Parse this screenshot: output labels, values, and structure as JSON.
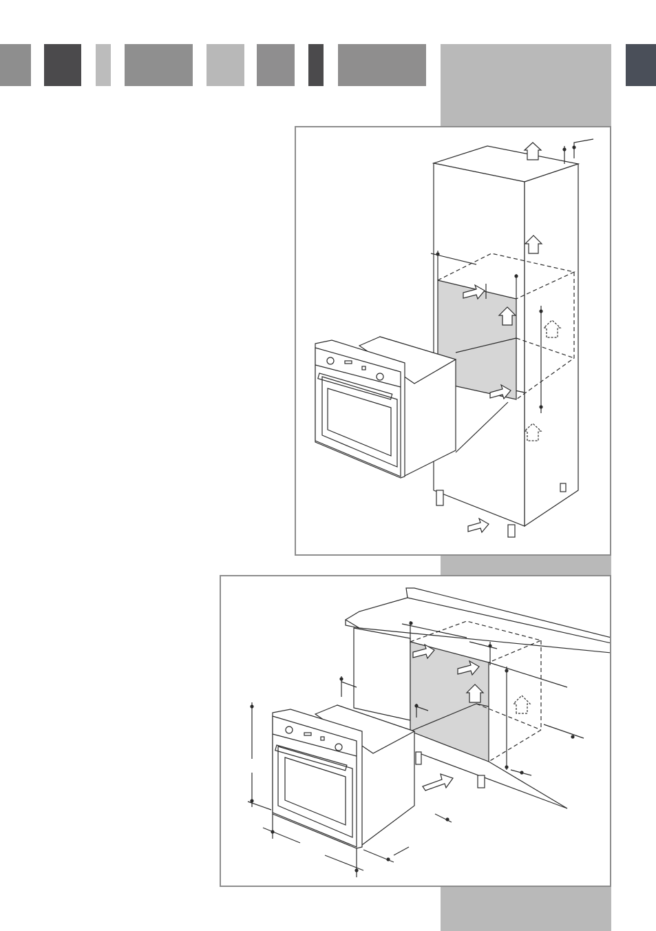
{
  "header_tabs": [
    {
      "name": "tab-1",
      "color": "#8e8e8e"
    },
    {
      "name": "tab-2",
      "color": "#4b4a4c"
    },
    {
      "name": "tab-3",
      "color": "#bcbcbc"
    },
    {
      "name": "tab-4",
      "color": "#8f8f8f"
    },
    {
      "name": "tab-5",
      "color": "#b8b8b8"
    },
    {
      "name": "tab-6",
      "color": "#8f8e8f"
    },
    {
      "name": "tab-7",
      "color": "#4b4a4c"
    },
    {
      "name": "tab-8",
      "color": "#8f8e8e"
    },
    {
      "name": "tab-9",
      "color": "#b9b9b9"
    },
    {
      "name": "tab-10",
      "color": "#4a4f59"
    }
  ],
  "colors": {
    "sidebar": "#b9b9b9",
    "panel_border": "#8c8c8c",
    "line": "#2a2a2a",
    "recess_fill": "#d6d6d6"
  },
  "figures": [
    {
      "name": "figure-column-cabinet-installation",
      "icon": "oven-in-column-cabinet"
    },
    {
      "name": "figure-undercounter-installation",
      "icon": "oven-under-worktop"
    }
  ]
}
